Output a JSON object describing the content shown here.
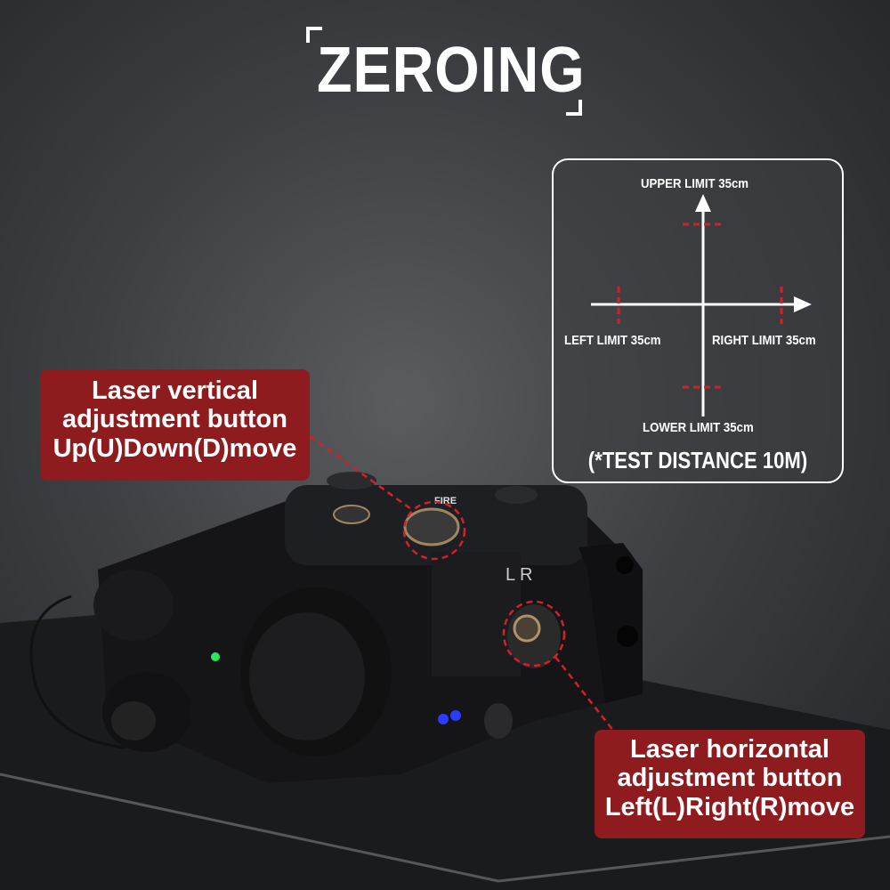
{
  "title": "ZEROING",
  "diagram": {
    "upper": "UPPER LIMIT 35cm",
    "left": "LEFT LIMIT 35cm",
    "right": "RIGHT LIMIT 35cm",
    "lower": "LOWER LIMIT 35cm",
    "note": "(*TEST DISTANCE 10M)"
  },
  "callouts": {
    "vertical": {
      "lines": [
        "Laser vertical",
        "adjustment button",
        "Up(U)Down(D)move"
      ]
    },
    "horizontal": {
      "lines": [
        "Laser horizontal",
        "adjustment button",
        "Left(L)Right(R)move"
      ]
    }
  },
  "device_markings": {
    "fire": "FIRE",
    "lr": "L R"
  },
  "colors": {
    "callout_bg": "#8e1c1e",
    "limit_marks": "#d3202a",
    "laser_led": "#2ee85a",
    "ir_led": "#2a3cff"
  }
}
